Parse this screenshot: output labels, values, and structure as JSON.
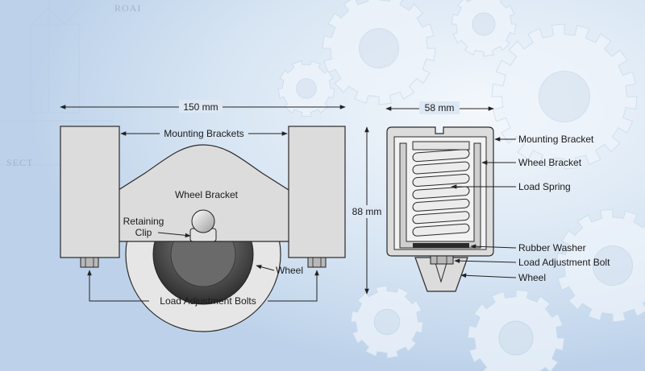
{
  "background": {
    "tint": "#cfdff0",
    "gear_color": "#e9f1fa",
    "watermarks": [
      "SECT",
      "ROAI"
    ]
  },
  "front_view": {
    "dimension_width": "150 mm",
    "labels": {
      "mounting_brackets": "Mounting Brackets",
      "wheel_bracket": "Wheel Bracket",
      "retaining_clip_line1": "Retaining",
      "retaining_clip_line2": "Clip",
      "wheel": "Wheel",
      "load_adjustment_bolts": "Load Adjustment Bolts"
    }
  },
  "side_view": {
    "dimension_width": "58 mm",
    "dimension_height": "88 mm",
    "labels": {
      "mounting_bracket": "Mounting Bracket",
      "wheel_bracket": "Wheel Bracket",
      "load_spring": "Load Spring",
      "rubber_washer": "Rubber Washer",
      "load_adjustment_bolt": "Load Adjustment Bolt",
      "wheel": "Wheel"
    }
  },
  "colors": {
    "part_fill": "#dcdcdc",
    "part_stroke": "#2a2a2a",
    "wheel_dark": "#555555",
    "spring": "#e8e8e8"
  }
}
